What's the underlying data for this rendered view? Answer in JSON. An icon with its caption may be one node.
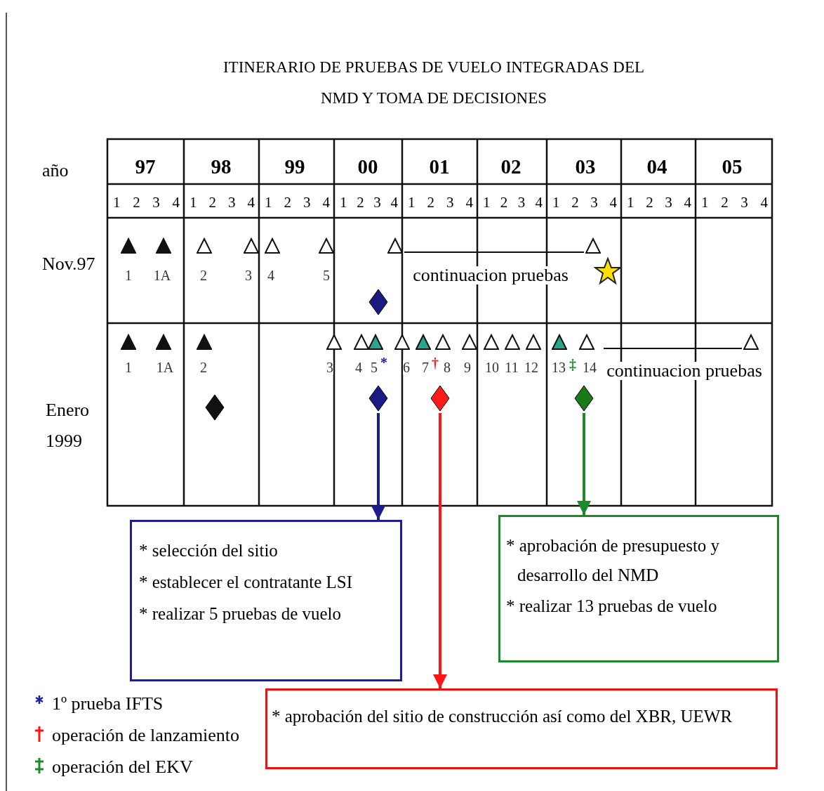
{
  "diagram": {
    "title": "ITINERARIO DE PRUEBAS DE VUELO INTEGRADAS DEL NMD Y TOMA DE DECISIONES",
    "nodes": [
      {
        "text": [],
        "shape": "diamond"
      },
      {
        "text": [],
        "shape": "diamond"
      },
      {
        "text": [],
        "shape": "diamond"
      },
      {
        "text": [],
        "shape": "diamond"
      },
      {
        "text": [],
        "shape": "diamond"
      },
      {
        "text": [
          "* selección del sitio",
          "* establecer el contratante LSI",
          "* realizar 5 pruebas de vuelo"
        ]
      },
      {
        "text": [
          "* aprobación de presupuesto y desarrollo del NMD",
          "* realizar 13 pruebas de vuelo"
        ]
      },
      {
        "text": [
          "* aprobación del sitio de construcción así como del XBR, UEWR"
        ]
      }
    ],
    "edges": [
      {
        "from": 2,
        "to": 5,
        "arrow": "to",
        "color": "#1c1c8c"
      },
      {
        "from": 3,
        "to": 7,
        "arrow": "to",
        "color": "#ff1414"
      },
      {
        "from": 4,
        "to": 6,
        "arrow": "to",
        "color": "#1a8a2a"
      }
    ],
    "labels": [
      "año",
      "97",
      "98",
      "99",
      "00",
      "01",
      "02",
      "03",
      "04",
      "05",
      "1 2 3 4",
      "1 2 3 4",
      "1 2 3 4",
      "1 2 3 4",
      "1 2 3 4",
      "1 2 3 4",
      "1 2 3 4",
      "1 2 3 4",
      "1 2 3 4",
      "Nov.97",
      "1",
      "1A",
      "2",
      "3",
      "4",
      "5",
      "continuacion pruebas",
      "Enero 1999",
      "1",
      "1A",
      "2",
      "3",
      "4",
      "5",
      "*",
      "6",
      "7",
      "†",
      "8",
      "9",
      "10",
      "11",
      "12",
      "13",
      "‡",
      "14",
      "continuacion pruebas"
    ],
    "legend": [
      {
        "text": "1º prueba IFTS"
      },
      {
        "text": "operación de lanzamiento"
      },
      {
        "text": "operación del EKV"
      }
    ]
  }
}
